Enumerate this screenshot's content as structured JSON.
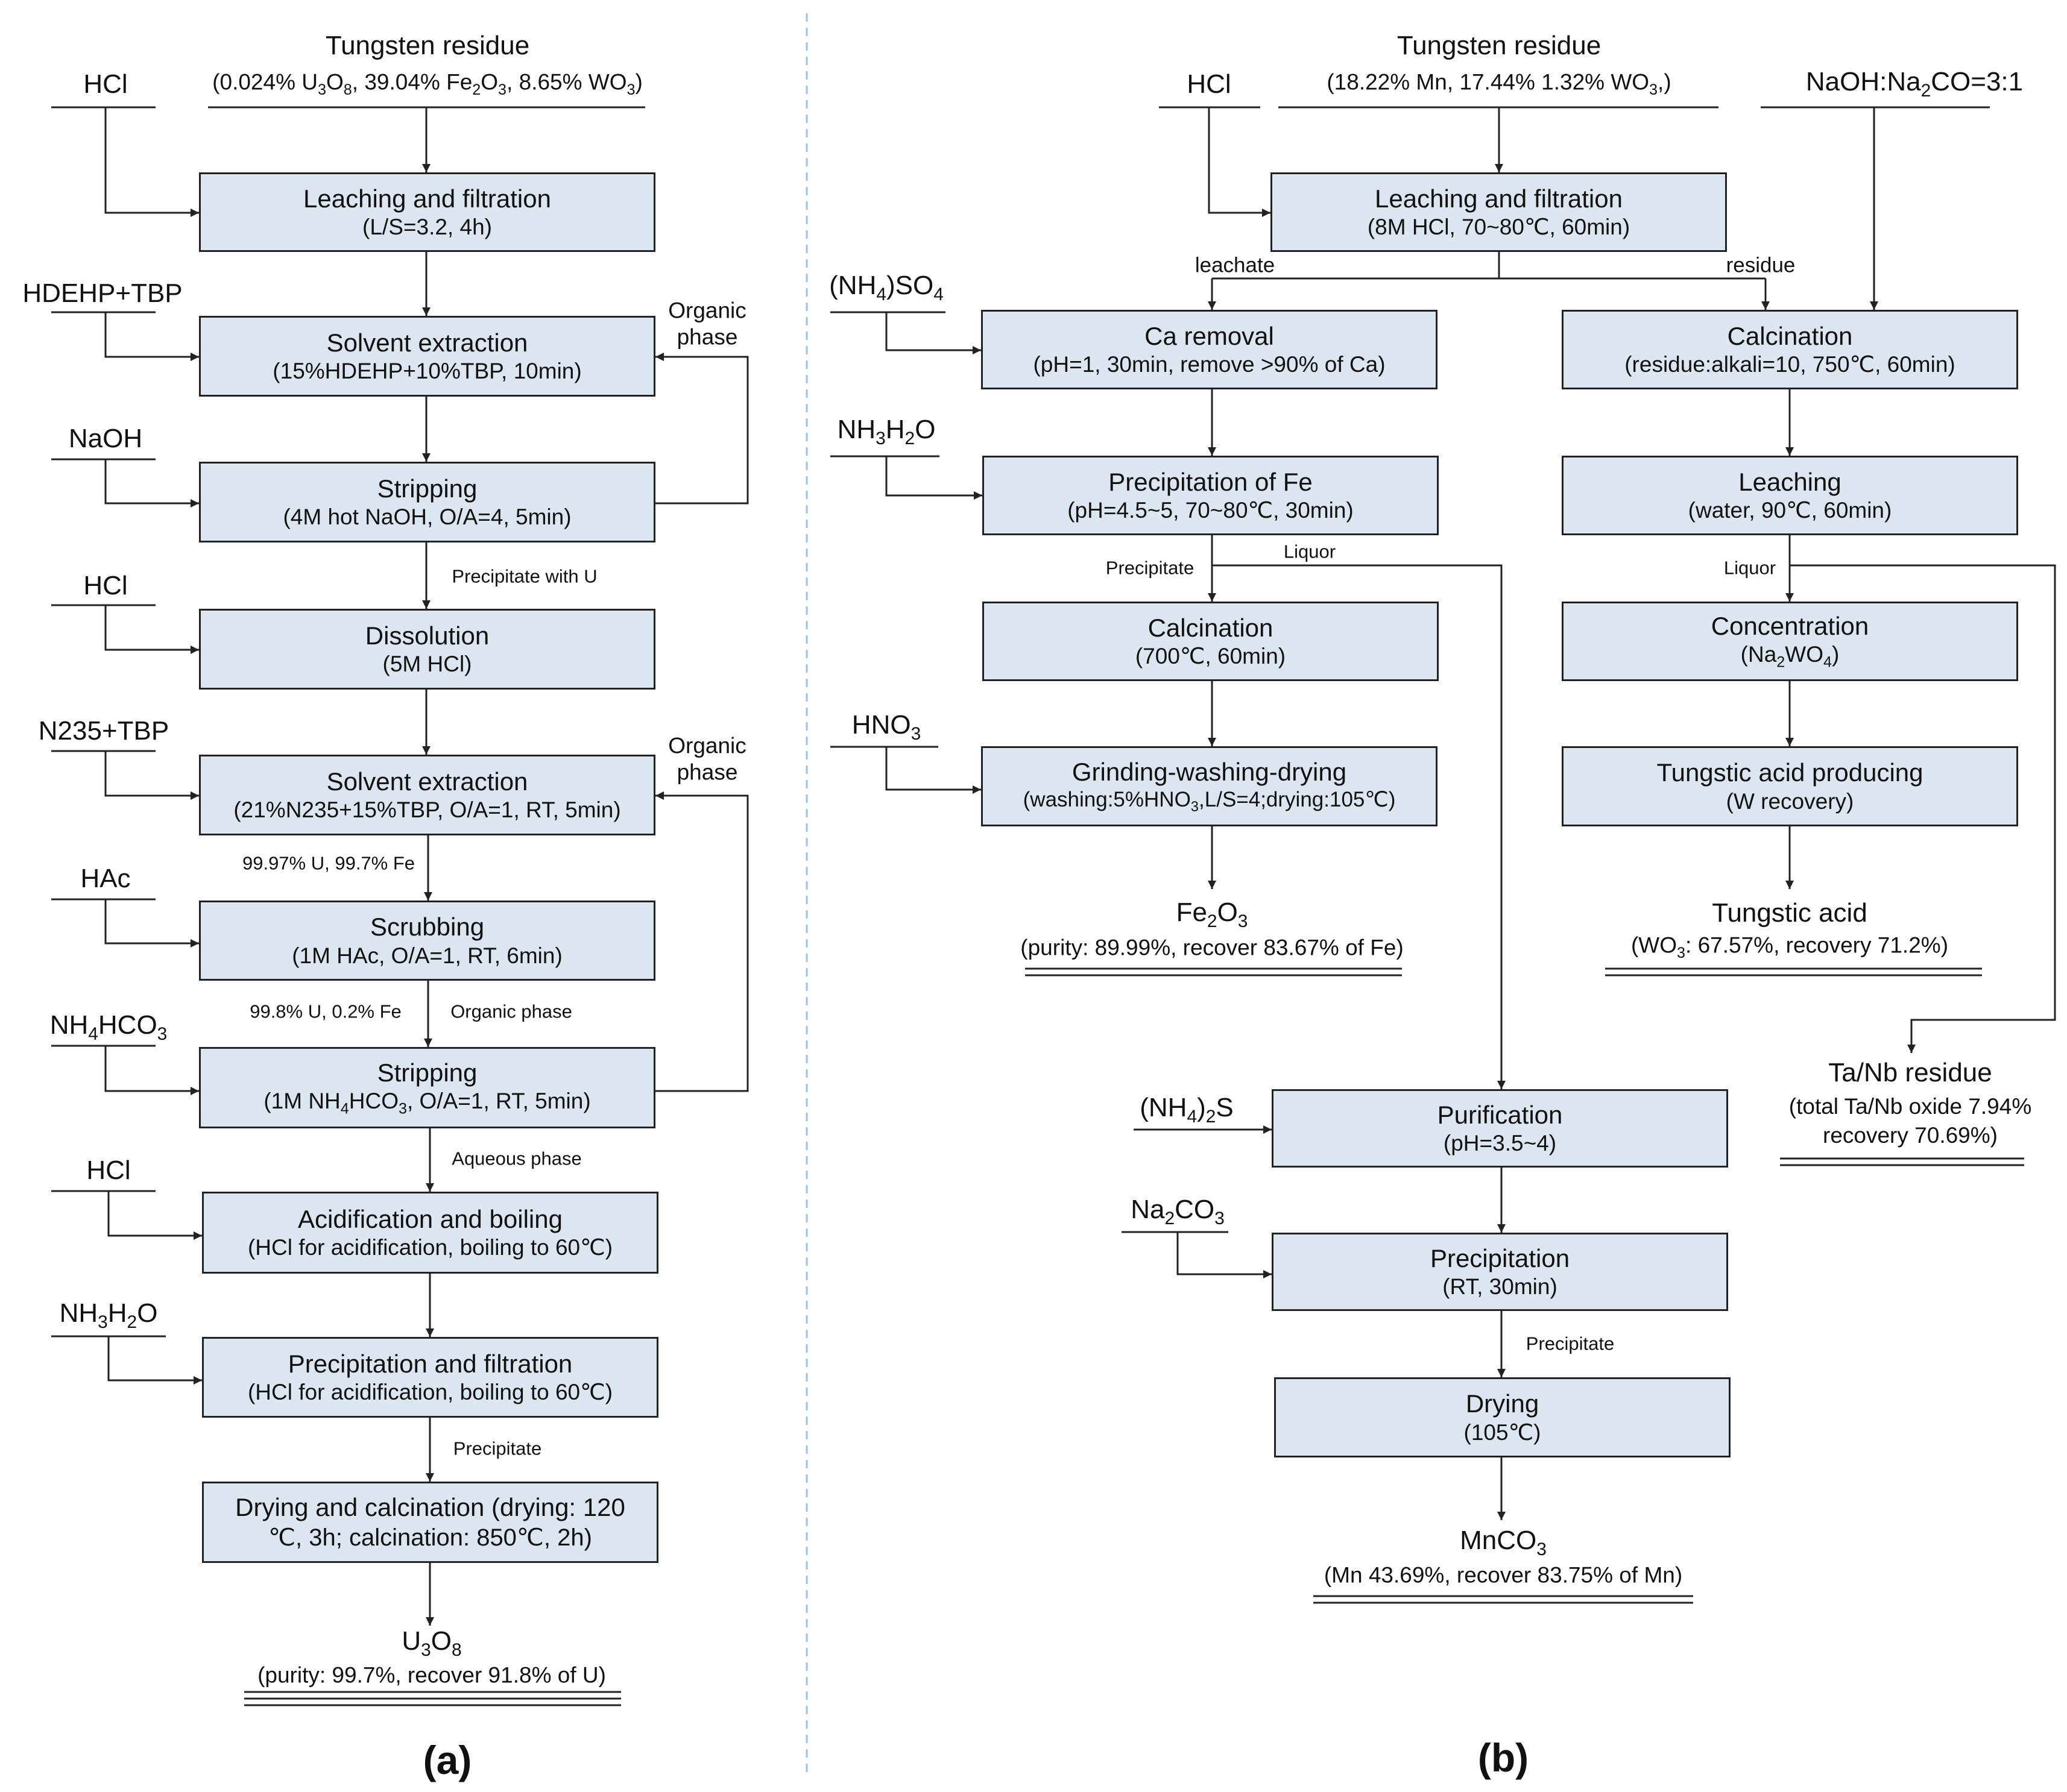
{
  "panel_a": {
    "label": "(a)",
    "feed": {
      "name": "Tungsten residue",
      "composition": "(0.024% U3O8, 39.04% Fe2O3, 8.65% WO3)"
    },
    "reagents": [
      "HCl",
      "HDEHP+TBP",
      "NaOH",
      "HCl",
      "N235+TBP",
      "HAc",
      "NH4HCO3",
      "HCl",
      "NH3H2O"
    ],
    "steps": [
      {
        "title": "Leaching and filtration",
        "params": "(L/S=3.2, 4h)"
      },
      {
        "title": "Solvent extraction",
        "params": "(15%HDEHP+10%TBP, 10min)"
      },
      {
        "title": "Stripping",
        "params": "(4M hot NaOH, O/A=4, 5min)"
      },
      {
        "title": "Dissolution",
        "params": "(5M HCl)"
      },
      {
        "title": "Solvent extraction",
        "params": "(21%N235+15%TBP, O/A=1, RT, 5min)"
      },
      {
        "title": "Scrubbing",
        "params": "(1M HAc, O/A=1, RT, 6min)"
      },
      {
        "title": "Stripping",
        "params": "(1M NH4HCO3, O/A=1, RT, 5min)"
      },
      {
        "title": "Acidification and boiling",
        "params": "(HCl for acidification, boiling to 60℃)"
      },
      {
        "title": "Precipitation and filtration",
        "params": "(HCl for acidification, boiling to 60℃)"
      },
      {
        "title": "Drying and calcination (drying: 120",
        "params": "℃, 3h; calcination: 850℃, 2h)"
      }
    ],
    "flow_labels": [
      "Precipitate with U",
      "99.97% U, 99.7% Fe",
      "99.8% U, 0.2% Fe",
      "Organic phase",
      "Aqueous phase",
      "Precipitate"
    ],
    "recycle_labels": [
      "Organic\nphase",
      "Organic\nphase"
    ],
    "product": {
      "name": "U3O8",
      "detail": "(purity: 99.7%, recover 91.8% of U)"
    }
  },
  "panel_b": {
    "label": "(b)",
    "feed": {
      "name": "Tungsten residue",
      "composition": "(18.22% Mn, 17.44% 1.32% WO3,)"
    },
    "reagents": [
      "HCl",
      "NaOH:Na2CO=3:1",
      "(NH4)SO4",
      "NH3H2O",
      "HNO3",
      "(NH4)2S",
      "Na2CO3"
    ],
    "leach": {
      "title": "Leaching and filtration",
      "params": "(8M HCl, 70~80℃, 60min)"
    },
    "split_labels": [
      "leachate",
      "residue"
    ],
    "left_steps": [
      {
        "title": "Ca removal",
        "params": "(pH=1, 30min, remove >90% of Ca)"
      },
      {
        "title": "Precipitation of Fe",
        "params": "(pH=4.5~5, 70~80℃, 30min)"
      },
      {
        "title": "Calcination",
        "params": "(700℃, 60min)"
      },
      {
        "title": "Grinding-washing-drying",
        "params": "(washing:5%HNO3,L/S=4;drying:105℃)"
      }
    ],
    "right_steps": [
      {
        "title": "Calcination",
        "params": "(residue:alkali=10, 750℃, 60min)"
      },
      {
        "title": "Leaching",
        "params": "(water, 90℃, 60min)"
      },
      {
        "title": "Concentration",
        "params": "(Na2WO4)"
      },
      {
        "title": "Tungstic acid producing",
        "params": "(W recovery)"
      }
    ],
    "mn_steps": [
      {
        "title": "Purification",
        "params": "(pH=3.5~4)"
      },
      {
        "title": "Precipitation",
        "params": "(RT, 30min)"
      },
      {
        "title": "Drying",
        "params": "(105℃)"
      }
    ],
    "flow_labels": [
      "Precipitate",
      "Liquor",
      "Liquor",
      "Precipitate"
    ],
    "products": [
      {
        "name": "Fe2O3",
        "detail": "(purity: 89.99%, recover 83.67% of Fe)"
      },
      {
        "name": "Tungstic acid",
        "detail": "(WO3: 67.57%, recovery 71.2%)"
      },
      {
        "name": "Ta/Nb residue",
        "detail": "(total Ta/Nb oxide 7.94%\nrecovery 70.69%)"
      },
      {
        "name": "MnCO3",
        "detail": "(Mn 43.69%, recover 83.75% of Mn)"
      }
    ]
  },
  "colors": {
    "box_fill": "#dce6f1",
    "line": "#222222",
    "divider": "#9cc3e6"
  }
}
